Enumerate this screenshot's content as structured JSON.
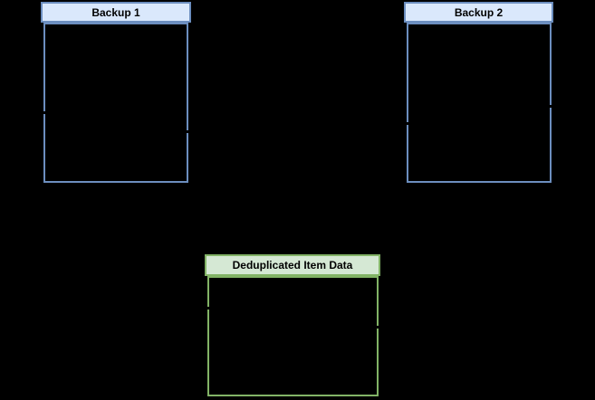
{
  "canvas": {
    "background": "#000000"
  },
  "diagram": {
    "backup1": {
      "title": "Backup 1",
      "header_fill": "#DAE8FC",
      "stroke": "#6C8EBF",
      "text_color": "#000000"
    },
    "backup2": {
      "title": "Backup 2",
      "header_fill": "#DAE8FC",
      "stroke": "#6C8EBF",
      "text_color": "#000000"
    },
    "dedup": {
      "title": "Deduplicated Item Data",
      "header_fill": "#D5E8D4",
      "stroke": "#82B366",
      "text_color": "#000000"
    },
    "notch_color": "#000000"
  }
}
